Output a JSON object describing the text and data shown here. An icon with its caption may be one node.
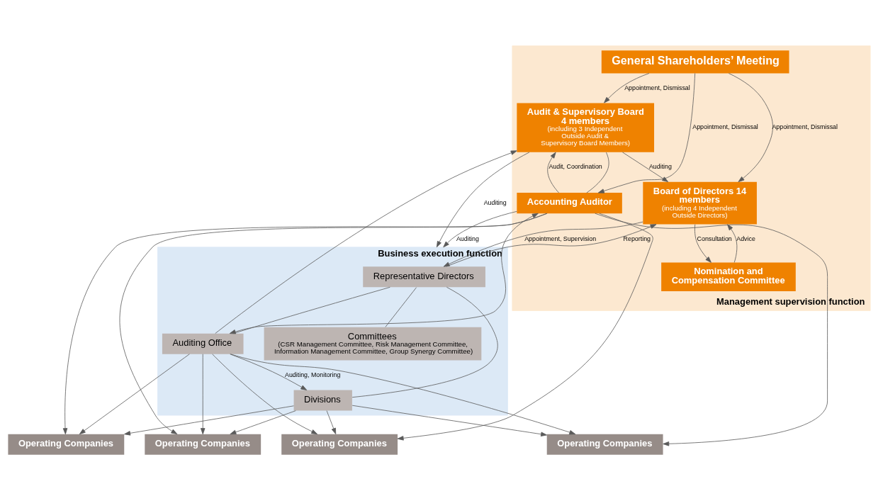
{
  "diagram": {
    "nodes": [
      {
        "text": [
          "Management supervision function"
        ]
      },
      {
        "text": [
          "General Shareholders’ Meeting"
        ],
        "in": 0
      },
      {
        "text": [
          "Audit & Supervisory Board 4 members",
          "(including 3 Independent Outside Audit & Supervisory Board Members)"
        ],
        "in": 0
      },
      {
        "text": [
          "Board of Directors 14 members",
          "(including 4 Independent Outside Directors)"
        ],
        "in": 0
      },
      {
        "text": [
          "Nomination and Compensation Committee"
        ],
        "in": 0
      },
      {
        "text": [
          "Accounting Auditor"
        ],
        "in": 0
      },
      {
        "text": [
          "Business execution function"
        ]
      },
      {
        "text": [
          "Representative Directors"
        ],
        "in": 6
      },
      {
        "text": [
          "Auditing Office"
        ],
        "in": 6
      },
      {
        "text": [
          "Committees",
          "(CSR Management Committee, Risk Management Committee, Information Management Committee, Group Synergy Committee)"
        ],
        "in": 6
      },
      {
        "text": [
          "Divisions"
        ],
        "in": 6
      },
      {
        "text": [
          "Operating Companies"
        ]
      },
      {
        "text": [
          "Operating Companies"
        ]
      },
      {
        "text": [
          "Operating Companies"
        ]
      },
      {
        "text": [
          "Operating Companies"
        ]
      }
    ],
    "edges": [
      {
        "from": 1,
        "to": 2,
        "arrow": "to",
        "label": "Appointment, Dismissal"
      },
      {
        "from": 1,
        "to": 3,
        "arrow": "to",
        "label": "Appointment, Dismissal"
      },
      {
        "from": 1,
        "to": 5,
        "arrow": "to",
        "label": "Appointment, Dismissal"
      },
      {
        "from": 2,
        "to": 3,
        "arrow": "to",
        "label": "Auditing"
      },
      {
        "from": 3,
        "to": 4,
        "arrow": "to",
        "label": "Consultation"
      },
      {
        "from": 4,
        "to": 3,
        "arrow": "to",
        "label": "Advice"
      },
      {
        "from": 2,
        "to": 6,
        "arrow": "to",
        "label": "Auditing"
      },
      {
        "from": 7,
        "to": 3,
        "arrow": "to",
        "label": "Reporting"
      },
      {
        "from": 3,
        "to": 7,
        "arrow": "to",
        "label": "Appointment, Supervision"
      },
      {
        "from": 2,
        "to": 5,
        "arrow": "none"
      },
      {
        "from": 5,
        "to": 2,
        "arrow": "to",
        "label": "Audit, Coordination"
      },
      {
        "from": 8,
        "to": 2,
        "arrow": "to"
      },
      {
        "from": 5,
        "to": 8,
        "arrow": "both"
      },
      {
        "from": 5,
        "to": 6,
        "arrow": "to",
        "label": "Auditing"
      },
      {
        "from": 7,
        "to": 8,
        "arrow": "none"
      },
      {
        "from": 7,
        "to": 9,
        "arrow": "none"
      },
      {
        "from": 7,
        "to": 10,
        "arrow": "none"
      },
      {
        "from": 8,
        "to": 10,
        "arrow": "to",
        "label": "Auditing, Monitoring"
      },
      {
        "from": 5,
        "to": 11,
        "arrow": "to"
      },
      {
        "from": 5,
        "to": 12,
        "arrow": "to"
      },
      {
        "from": 5,
        "to": 13,
        "arrow": "to"
      },
      {
        "from": 5,
        "to": 14,
        "arrow": "to"
      },
      {
        "from": 8,
        "to": 11,
        "arrow": "to"
      },
      {
        "from": 8,
        "to": 12,
        "arrow": "to"
      },
      {
        "from": 8,
        "to": 13,
        "arrow": "to"
      },
      {
        "from": 8,
        "to": 14,
        "arrow": "to"
      },
      {
        "from": 10,
        "to": 11,
        "arrow": "to"
      },
      {
        "from": 10,
        "to": 12,
        "arrow": "to"
      },
      {
        "from": 10,
        "to": 13,
        "arrow": "to"
      },
      {
        "from": 10,
        "to": 14,
        "arrow": "to"
      }
    ]
  }
}
